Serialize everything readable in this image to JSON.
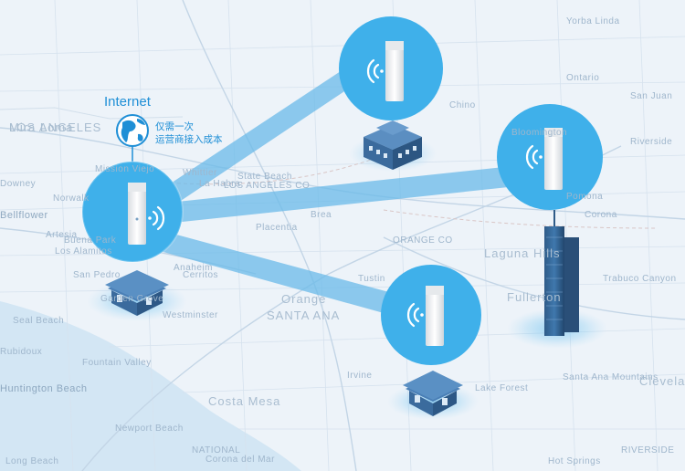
{
  "internet_label": "Internet",
  "note_lines": [
    "仅需一次",
    "运营商接入成本"
  ],
  "map_labels": [
    "LOS ANGELES",
    "Downey",
    "Norwalk",
    "Bellflower",
    "Artesia",
    "Buena Park",
    "Anaheim",
    "Placentia",
    "Orange",
    "SANTA ANA",
    "Garden Grove",
    "Westminster",
    "Seal Beach",
    "Huntington Beach",
    "Fountain Valley",
    "Costa Mesa",
    "Newport Beach",
    "Irvine",
    "Tustin",
    "Lake Forest",
    "Laguna Hills",
    "Santa Ana Mountains",
    "Trabuco Canyon",
    "Mission Viejo",
    "Whittier",
    "La Habra",
    "Brea",
    "Yorba Linda",
    "Chino",
    "Ontario",
    "Pomona",
    "Corona",
    "Riverside",
    "Rubidoux",
    "Long Beach",
    "San Pedro",
    "Los Alamitos",
    "Cerritos",
    "Fullerton",
    "Cleveland",
    "NATIONAL",
    "Corona del Mar",
    "State Beach",
    "LOS ANGELES CO",
    "ORANGE CO",
    "RIVERSIDE",
    "Hot Springs",
    "San Juan",
    "Bloomington",
    "Mira Loma"
  ],
  "colors": {
    "ocean": "#cfe3f3",
    "land": "#eef4f9",
    "road": "#c7d8e8",
    "beam": "#6ab9e8",
    "bubble": "#3fb0ea",
    "accent": "#1f8fd6"
  },
  "icons": [
    "globe-icon",
    "wifi-icon",
    "access-point-icon",
    "house-icon",
    "office-building-icon",
    "skyscraper-icon"
  ]
}
